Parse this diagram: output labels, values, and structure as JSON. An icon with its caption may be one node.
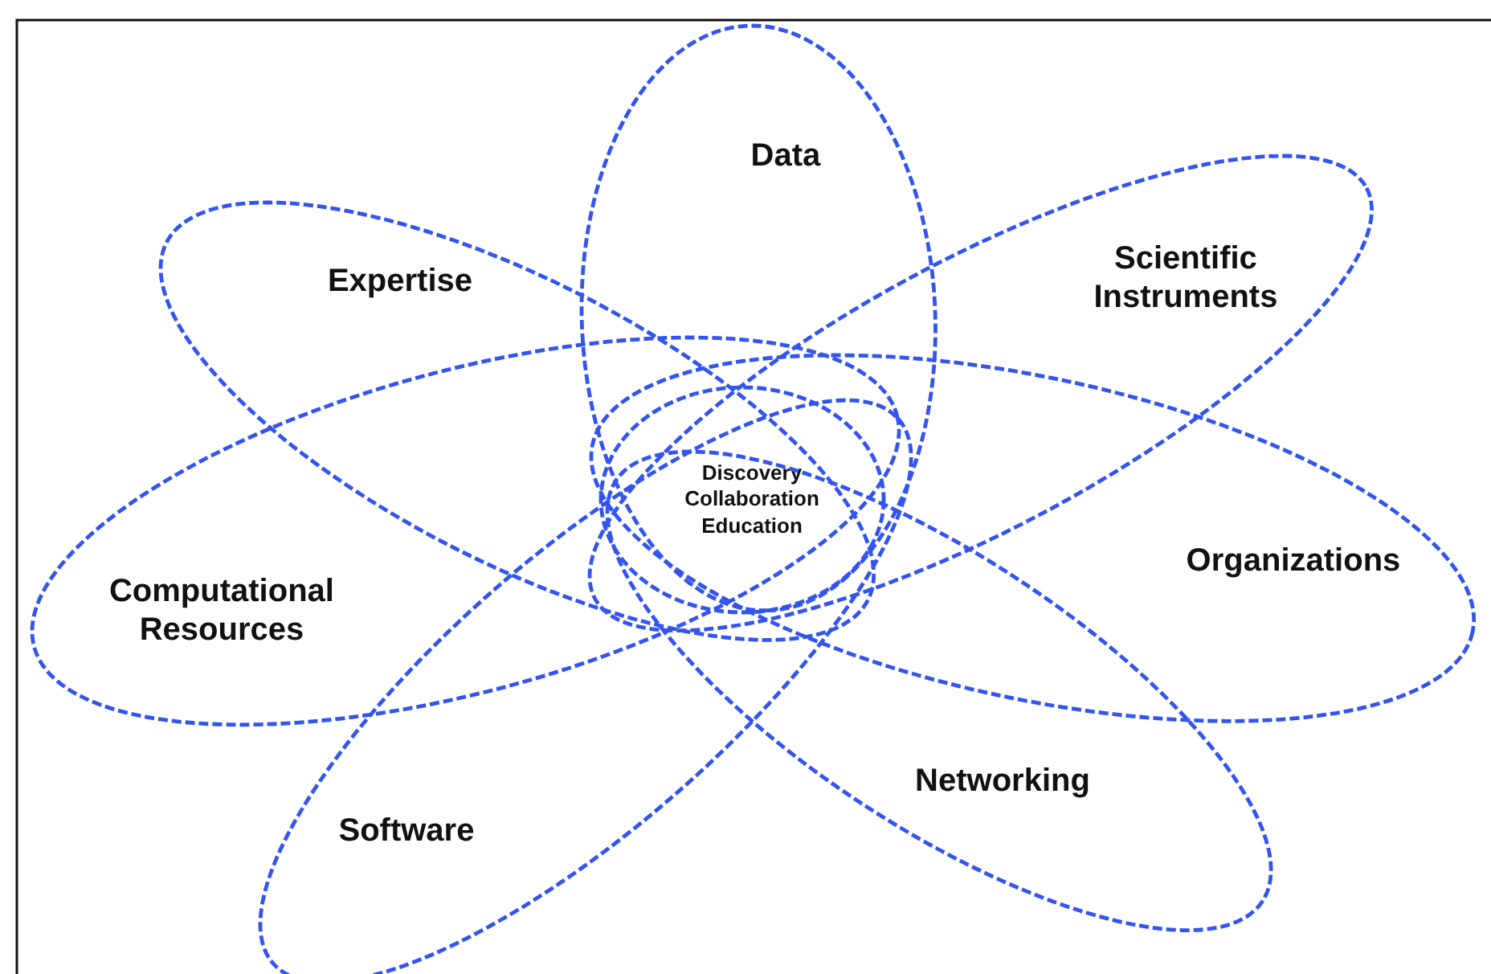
{
  "diagram": {
    "nodes": [
      {
        "text": [
          "Data"
        ]
      },
      {
        "text": [
          "Expertise"
        ]
      },
      {
        "text": [
          "Scientific Instruments"
        ]
      },
      {
        "text": [
          "Discovery",
          "Collaboration",
          "Education"
        ]
      },
      {
        "text": [
          "Organizations"
        ]
      },
      {
        "text": [
          "Computational Resources"
        ]
      },
      {
        "text": [
          "Networking"
        ]
      },
      {
        "text": [
          "Software"
        ]
      }
    ]
  }
}
